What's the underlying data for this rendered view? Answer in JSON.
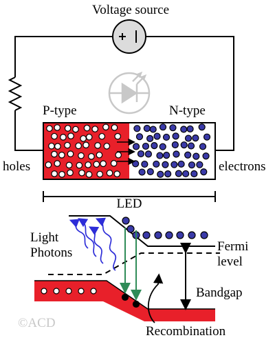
{
  "labels": {
    "voltage_source": "Voltage source",
    "p_type": "P-type",
    "n_type": "N-type",
    "holes": "holes",
    "electrons": "electrons",
    "led": "LED",
    "light": "Light",
    "photons": "Photons",
    "fermi": "Fermi",
    "level": "level",
    "bandgap": "Bandgap",
    "recombination": "Recombination",
    "copyright": "©ACD"
  },
  "colors": {
    "p_region": "#e8202a",
    "n_dot": "#3a3aa8",
    "photon": "#2d2dd8",
    "recomb_arrow": "#2e8b57",
    "led_symbol": "#c8c8c8"
  },
  "icons": {
    "source": "battery-symbol-icon",
    "resistor": "resistor-zigzag-icon",
    "led": "led-diode-symbol-icon"
  }
}
